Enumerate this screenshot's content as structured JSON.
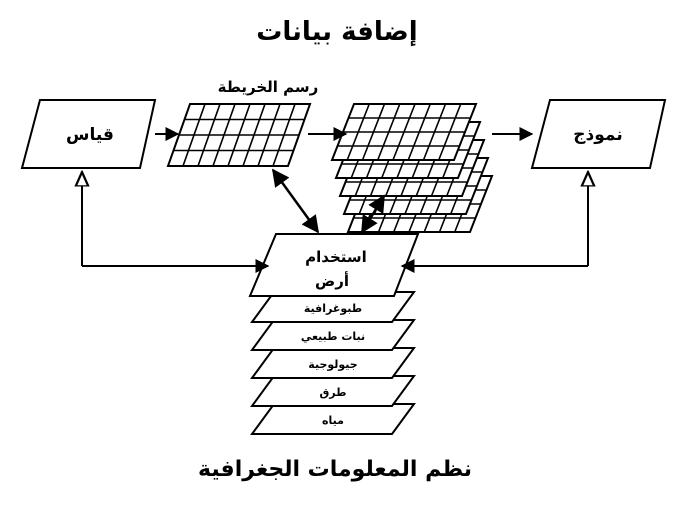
{
  "title": "إضافة بيانات",
  "caption": "نظم المعلومات الجغرافية",
  "nodes": {
    "measurement": "قياس",
    "map_drawing": "رسم الخريطة",
    "model": "نموذج"
  },
  "layers": {
    "land_use_line1": "استخدام",
    "land_use_line2": "أرض",
    "stack": [
      "طبوغرافية",
      "نبات طبيعي",
      "جيولوجية",
      "طرق",
      "مياه"
    ]
  }
}
